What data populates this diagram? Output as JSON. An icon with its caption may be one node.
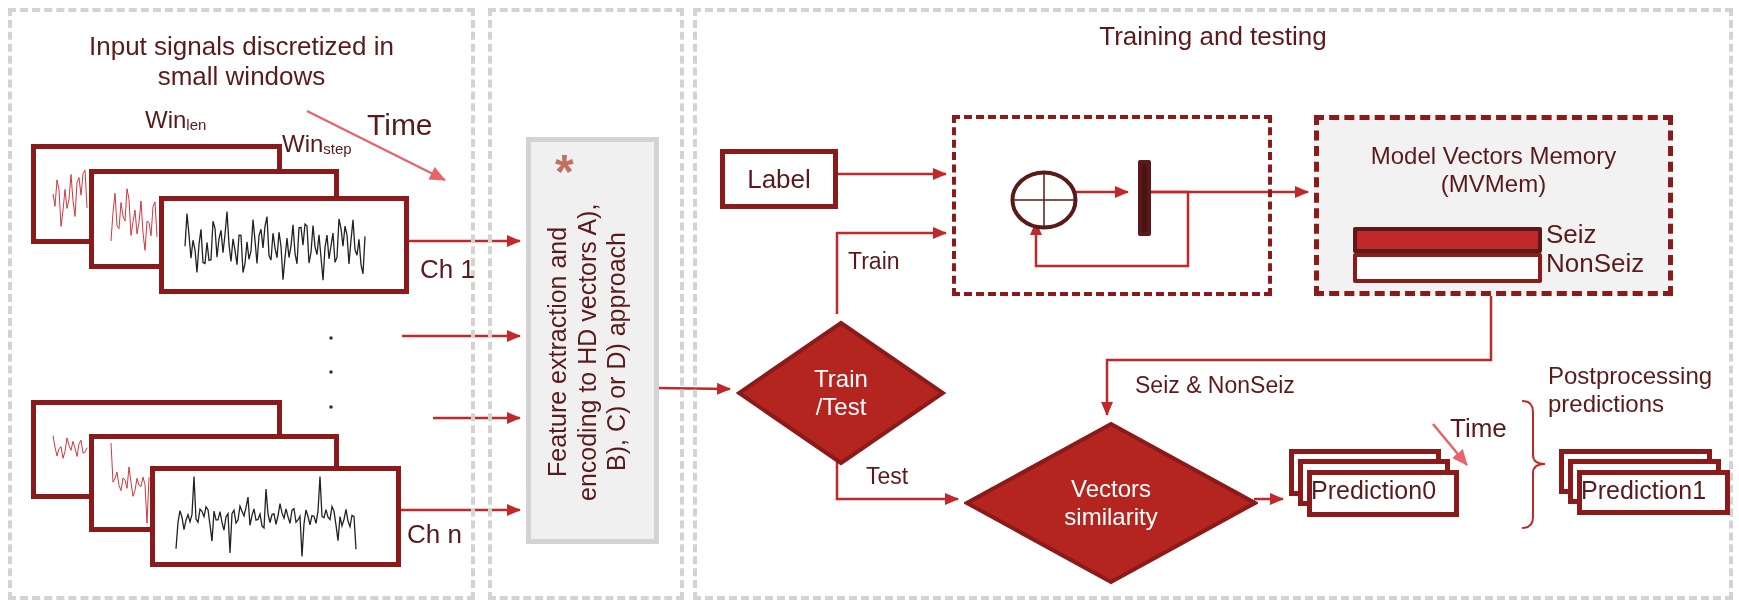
{
  "diagram": {
    "nodes": [
      {
        "text": [
          "Input signals discretized in small windows"
        ]
      },
      {
        "text": [],
        "shape": "picture",
        "in": 0,
        "beside": [
          "Ch 1",
          "Win$_{len}$",
          "Win$_{step}$"
        ]
      },
      {
        "text": [],
        "shape": "picture",
        "in": 0,
        "beside": [
          "Ch n"
        ]
      },
      {
        "text": [],
        "shape": "box"
      },
      {
        "text": [
          "*",
          "Feature extraction and encoding to HD vectors A), B), C) or D) approach"
        ],
        "in": 3
      },
      {
        "text": [
          "Training and testing"
        ]
      },
      {
        "text": [
          "Label"
        ],
        "in": 5
      },
      {
        "text": [],
        "shape": "box",
        "in": 5
      },
      {
        "text": [],
        "shape": "circle",
        "in": 7
      },
      {
        "text": [],
        "shape": "bar",
        "in": 7
      },
      {
        "text": [
          "Model Vectors Memory (MVMem)"
        ],
        "in": 5
      },
      {
        "text": [],
        "shape": "bar",
        "in": 10,
        "beside": [
          "Seiz"
        ]
      },
      {
        "text": [],
        "shape": "bar",
        "in": 10,
        "beside": [
          "NonSeiz"
        ]
      },
      {
        "text": [
          "Train /Test"
        ],
        "in": 5
      },
      {
        "text": [
          "Vectors similarity"
        ],
        "in": 5
      },
      {
        "text": [
          "Prediction0"
        ],
        "in": 5
      },
      {
        "text": [
          "Prediction1"
        ],
        "in": 5,
        "beside": [
          "Postprocessing predictions"
        ]
      }
    ],
    "edges": [
      {
        "from": 1,
        "to": 4,
        "arrow": "to"
      },
      {
        "from": null,
        "to": 4,
        "arrow": "to"
      },
      {
        "from": null,
        "to": 4,
        "arrow": "to"
      },
      {
        "from": 2,
        "to": 4,
        "arrow": "to"
      },
      {
        "from": 4,
        "to": 13,
        "arrow": "to"
      },
      {
        "from": 6,
        "to": 7,
        "arrow": "to"
      },
      {
        "from": 13,
        "to": 7,
        "arrow": "to",
        "label": "Train"
      },
      {
        "from": 8,
        "to": 9,
        "arrow": "to"
      },
      {
        "from": 9,
        "to": 8,
        "arrow": "to"
      },
      {
        "from": 9,
        "to": 10,
        "arrow": "to"
      },
      {
        "from": 10,
        "to": 14,
        "arrow": "to",
        "label": "Seiz & NonSeiz"
      },
      {
        "from": 13,
        "to": 14,
        "arrow": "to",
        "label": "Test"
      },
      {
        "from": 14,
        "to": 15,
        "arrow": "to"
      }
    ],
    "labels": [
      "Time",
      "Time"
    ]
  }
}
